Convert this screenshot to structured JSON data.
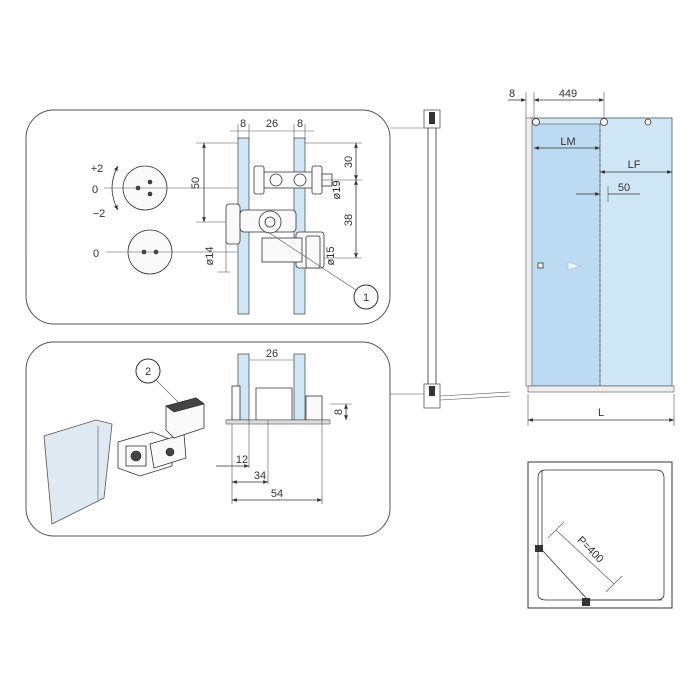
{
  "detail_top": {
    "dims": {
      "gap_left": "8",
      "gap_mid": "26",
      "gap_right": "8",
      "height_50": "50",
      "height_30": "30",
      "height_38": "38",
      "dia_19": "ø19",
      "dia_14": "ø14",
      "dia_15": "ø15"
    },
    "adjust": {
      "plus": "+2",
      "zero_top": "0",
      "minus": "−2",
      "zero_bottom": "0"
    },
    "callout": "1"
  },
  "detail_bottom": {
    "dims": {
      "gap_mid": "26",
      "height_8": "8",
      "w_12": "12",
      "w_34": "34",
      "w_54": "54"
    },
    "callout": "2"
  },
  "elevation": {
    "dims": {
      "offset": "8",
      "width_449": "449",
      "lm": "LM",
      "lf": "LF",
      "overlap": "50",
      "length": "L"
    }
  },
  "plan": {
    "radius_label": "P=400"
  }
}
